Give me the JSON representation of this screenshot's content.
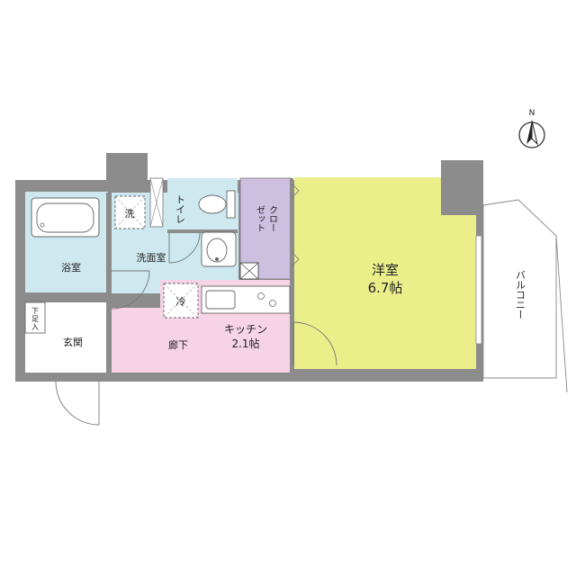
{
  "colors": {
    "wall": "#8c8c8c",
    "wet_area": "#cde9ef",
    "closet": "#cdbfe0",
    "hall_kitchen": "#f6d3e5",
    "western_room": "#eaef8a",
    "entrance": "#ffffff",
    "line": "#555555"
  },
  "compass": {
    "label": "N",
    "icon": "north-arrow-icon"
  },
  "rooms": {
    "toilet": "トイレ",
    "washer": "洗",
    "washroom": "洗面室",
    "bathroom": "浴室",
    "closet_line1": "クロー",
    "closet_line2": "ゼット",
    "fridge": "冷",
    "western_name": "洋室",
    "western_size": "6.7帖",
    "kitchen_name": "キッチン",
    "kitchen_size": "2.1帖",
    "corridor": "廊下",
    "entrance": "玄関",
    "shoebox_l1": "下",
    "shoebox_l2": "足",
    "shoebox_l3": "入",
    "balcony": "バルコニー"
  }
}
